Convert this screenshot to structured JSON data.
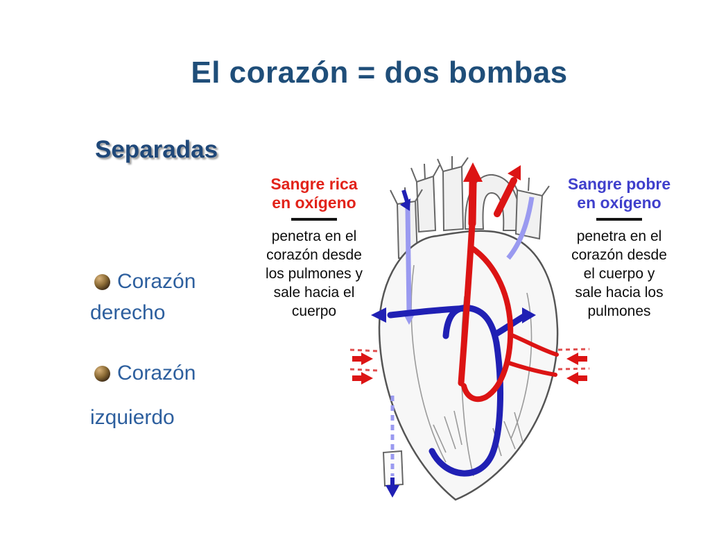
{
  "slide": {
    "title": "El corazón = dos bombas",
    "subtitle": "Separadas",
    "bullets": [
      {
        "word1": "Corazón",
        "word2": "derecho"
      },
      {
        "word1": "Corazón",
        "word2": "izquierdo"
      }
    ]
  },
  "diagram": {
    "left_label": {
      "heading": "Sangre rica\nen oxígeno",
      "body": "penetra en el\ncorazón desde\nlos pulmones y\nsale hacia el\ncuerpo",
      "heading_color": "#e2231a"
    },
    "right_label": {
      "heading": "Sangre pobre\nen oxígeno",
      "body": "penetra en el\ncorazón desde\nel cuerpo y\nsale hacia los\npulmones",
      "heading_color": "#4040cc"
    },
    "colors": {
      "title_text": "#1f4e79",
      "bullet_text": "#2d5f9e",
      "oxygenated_blood": "#dc1414",
      "deoxygenated_blood": "#2020b4",
      "vein_light": "#9a9af0",
      "heart_outline": "#555555"
    }
  }
}
